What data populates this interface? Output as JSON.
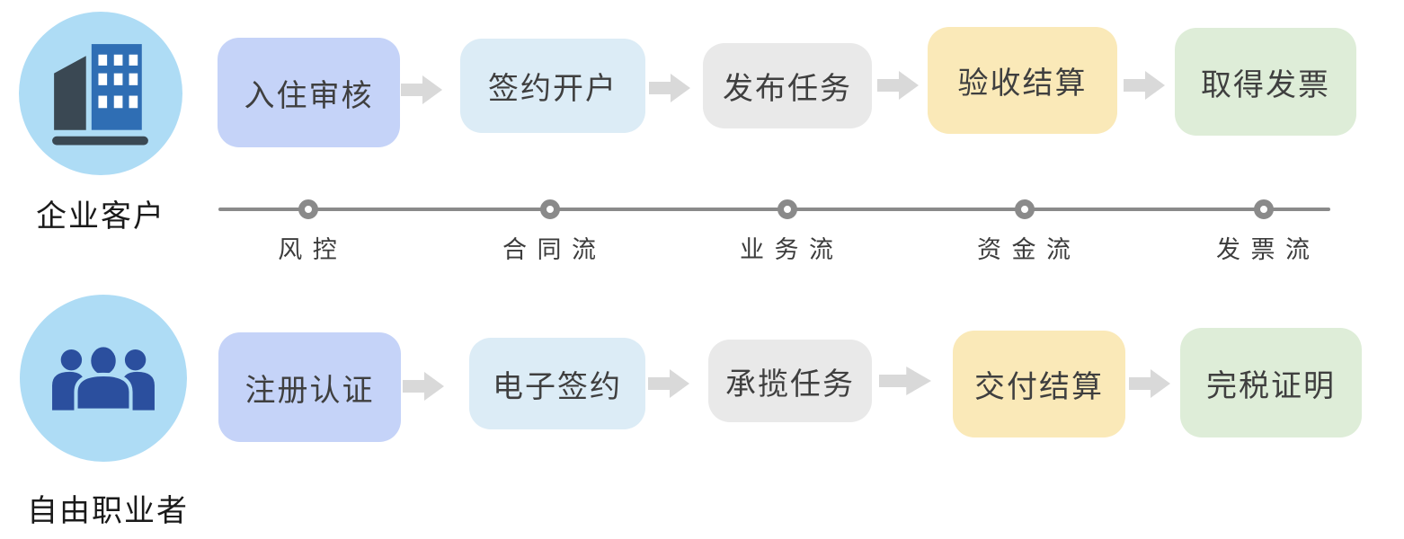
{
  "diagram": {
    "roles": {
      "enterprise": {
        "label": "企业客户",
        "icon": "building-icon"
      },
      "freelancer": {
        "label": "自由职业者",
        "icon": "team-icon"
      }
    },
    "enterprise_flow": {
      "steps": [
        {
          "label": "入住审核",
          "color": "#C5D3F8"
        },
        {
          "label": "签约开户",
          "color": "#DCECF6"
        },
        {
          "label": "发布任务",
          "color": "#E9E9E9"
        },
        {
          "label": "验收结算",
          "color": "#FAE9B8"
        },
        {
          "label": "取得发票",
          "color": "#DEEDD8"
        }
      ]
    },
    "freelancer_flow": {
      "steps": [
        {
          "label": "注册认证",
          "color": "#C5D3F8"
        },
        {
          "label": "电子签约",
          "color": "#DCECF6"
        },
        {
          "label": "承揽任务",
          "color": "#E9E9E9"
        },
        {
          "label": "交付结算",
          "color": "#FAE9B8"
        },
        {
          "label": "完税证明",
          "color": "#DEEDD8"
        }
      ]
    },
    "timeline": {
      "milestones": [
        {
          "label": "风 控"
        },
        {
          "label": "合 同 流"
        },
        {
          "label": "业 务 流"
        },
        {
          "label": "资 金 流"
        },
        {
          "label": "发 票 流"
        }
      ],
      "line_color": "#8A8A8A"
    },
    "colors": {
      "role_circle_bg": "#AEDCF5",
      "arrow": "#D9D9D9",
      "timeline": "#8A8A8A",
      "building_dark": "#3A4853",
      "building_blue": "#2F6EB4",
      "team_blue": "#2B4F9E",
      "step_text": "#3F3F3F"
    }
  }
}
